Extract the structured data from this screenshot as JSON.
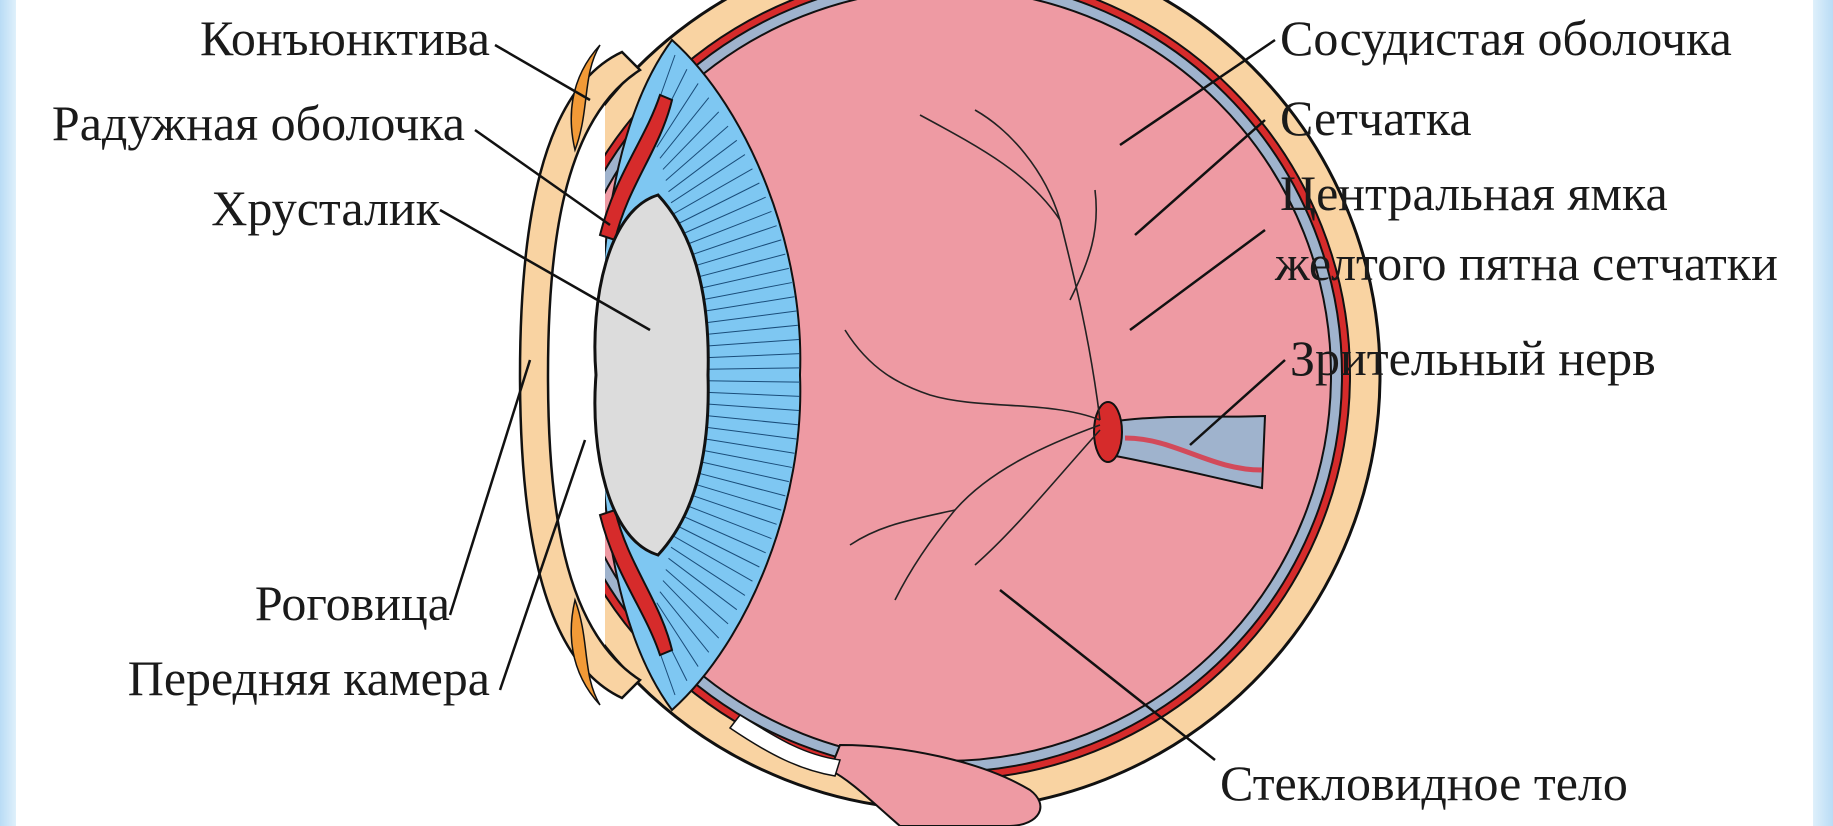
{
  "labels": {
    "conjunctiva": "Конъюнктива",
    "iris": "Радужная оболочка",
    "lens": "Хрусталик",
    "cornea": "Роговица",
    "anterior_chamber": "Передняя камера",
    "choroid": "Сосудистая оболочка",
    "retina": "Сетчатка",
    "fovea_line1": "Центральная ямка",
    "fovea_line2": "желтого пятна сетчатки",
    "optic_nerve": "Зрительный нерв",
    "vitreous": "Стекловидное тело"
  },
  "colors": {
    "sclera": "#f9d3a2",
    "choroid": "#d62b2b",
    "retina": "#9fb3cd",
    "vitreous": "#ee9aa3",
    "ciliary": "#7ec7f2",
    "lens": "#dcdcdc",
    "conjunctiva": "#f29a37",
    "frame": "#c6e3f7"
  }
}
